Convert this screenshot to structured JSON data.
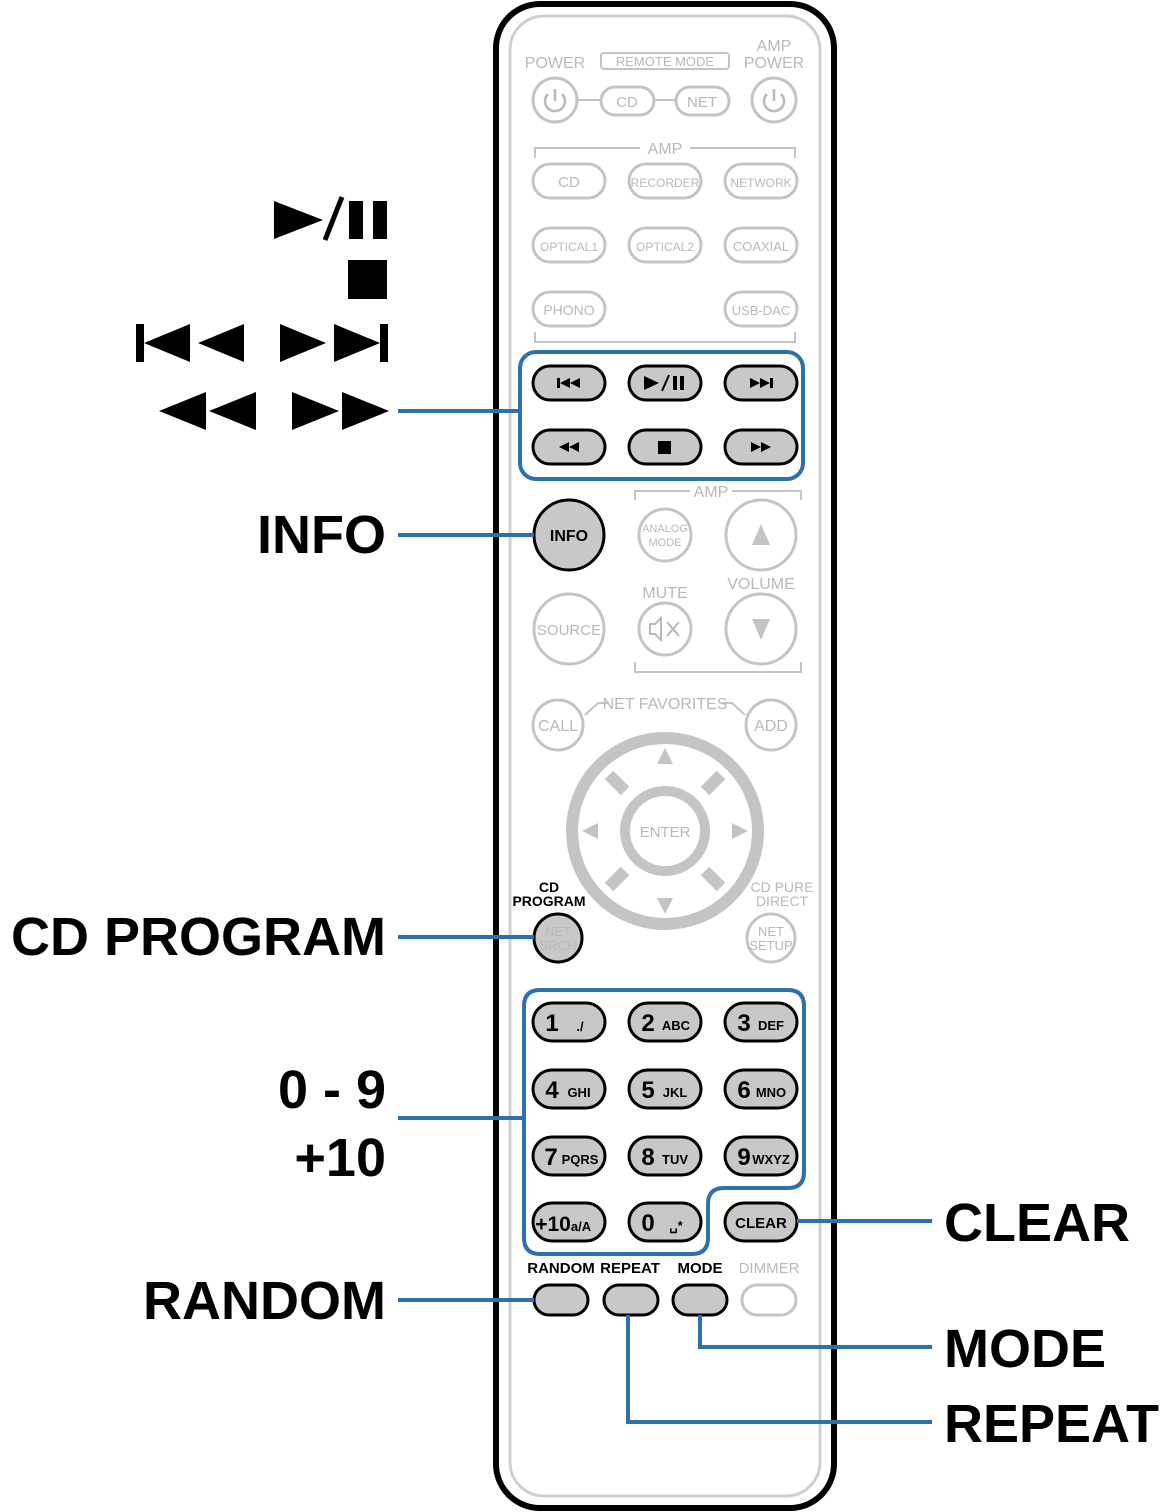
{
  "callouts": {
    "play_pause": "►/❚❚",
    "stop": "■",
    "skip": "⏮ ⏭",
    "search": "◄◄ ►►",
    "info": "INFO",
    "cd_program": "CD PROGRAM",
    "digits": "0 - 9",
    "plus10": "+10",
    "clear": "CLEAR",
    "random": "RANDOM",
    "mode": "MODE",
    "repeat": "REPEAT"
  },
  "remote": {
    "power": "POWER",
    "remote_mode": "REMOTE MODE",
    "amp_power_1": "AMP",
    "amp_power_2": "POWER",
    "mode_cd": "CD",
    "mode_net": "NET",
    "amp_section": "AMP",
    "src_cd": "CD",
    "src_recorder": "RECORDER",
    "src_network": "NETWORK",
    "src_optical1": "OPTICAL1",
    "src_optical2": "OPTICAL2",
    "src_coaxial": "COAXIAL",
    "src_phono": "PHONO",
    "src_usbdac": "USB-DAC",
    "amp_section_2": "AMP",
    "info": "INFO",
    "analog_mode_1": "ANALOG",
    "analog_mode_2": "MODE",
    "volume": "VOLUME",
    "mute": "MUTE",
    "source": "SOURCE",
    "net_favorites": "NET FAVORITES",
    "call": "CALL",
    "add": "ADD",
    "enter": "ENTER",
    "cd_program_1": "CD",
    "cd_program_2": "PROGRAM",
    "net_srch_1": "NET",
    "net_srch_2": "SRCH",
    "cd_pure_1": "CD PURE",
    "cd_pure_2": "DIRECT",
    "net_setup_1": "NET",
    "net_setup_2": "SETUP",
    "keys": [
      {
        "num": "1",
        "sub": "./"
      },
      {
        "num": "2",
        "sub": "ABC"
      },
      {
        "num": "3",
        "sub": "DEF"
      },
      {
        "num": "4",
        "sub": "GHI"
      },
      {
        "num": "5",
        "sub": "JKL"
      },
      {
        "num": "6",
        "sub": "MNO"
      },
      {
        "num": "7",
        "sub": "PQRS"
      },
      {
        "num": "8",
        "sub": "TUV"
      },
      {
        "num": "9",
        "sub": "WXYZ"
      },
      {
        "num": "+10",
        "sub": "a/A"
      },
      {
        "num": "0",
        "sub": "␣*"
      }
    ],
    "clear": "CLEAR",
    "random": "RANDOM",
    "repeat": "REPEAT",
    "mode": "MODE",
    "dimmer": "DIMMER"
  }
}
